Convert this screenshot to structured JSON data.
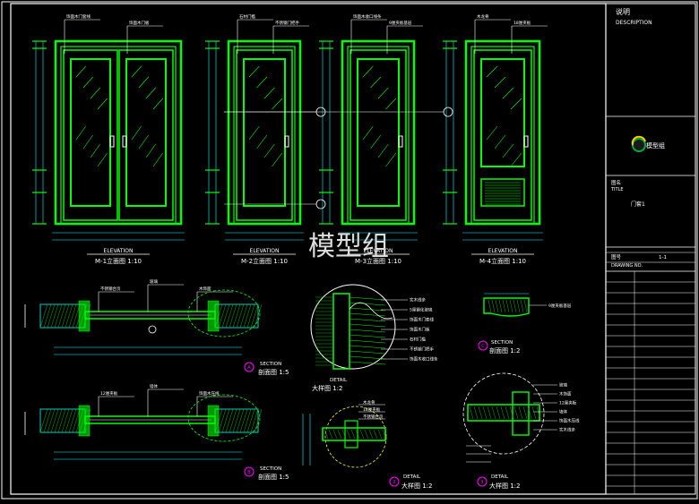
{
  "watermark": "模型组",
  "titleblock": {
    "heading_cn": "说明",
    "heading_en": "DESCRIPTION",
    "logo_text": "模型组",
    "title_label_cn": "图名",
    "title_label_en": "TITLE",
    "title_value": "门套1",
    "drawing_no_label_cn": "图号",
    "drawing_no_value": "1-1",
    "drawing_no_label_en": "DRAWING NO."
  },
  "elevations": [
    {
      "tag": "ELEVATION",
      "caption": "M-1立面图 1:10"
    },
    {
      "tag": "ELEVATION",
      "caption": "M-2立面图 1:10"
    },
    {
      "tag": "ELEVATION",
      "caption": "M-3立面图 1:10"
    },
    {
      "tag": "ELEVATION",
      "caption": "M-4立面图 1:10"
    }
  ],
  "sections": {
    "A": {
      "letter": "A",
      "tag": "SECTION",
      "caption": "剖面图 1:5"
    },
    "B": {
      "letter": "B",
      "tag": "SECTION",
      "caption": "剖面图 1:5"
    },
    "C": {
      "letter": "C",
      "tag": "SECTION",
      "caption": "剖面图 1:2"
    }
  },
  "details": {
    "1": {
      "tag": "DETAIL",
      "caption": "大样图 1:2"
    },
    "2": {
      "letter": "2",
      "tag": "DETAIL",
      "caption": "大样图 1:2"
    },
    "3": {
      "letter": "3",
      "tag": "DETAIL",
      "caption": "大样图 1:2"
    }
  },
  "annotations": [
    "饰面木门套线",
    "饰面木门板",
    "石材门槛",
    "不锈钢门把手",
    "饰面木收口线条",
    "9厘夹板基层",
    "木龙骨",
    "18厘夹板",
    "不锈钢合页",
    "玻璃",
    "木饰面",
    "12厘夹板",
    "墙体",
    "饰面木压线",
    "实木线条",
    "5厘钢化玻璃"
  ],
  "colors": {
    "background": "#000000",
    "door_outline": "#00ff00",
    "dim_line": "#00ffff",
    "annotation": "#ffffff",
    "detail_circle": "#ffff00",
    "marker_magenta": "#ff00ff",
    "hatch": "#00c000"
  }
}
